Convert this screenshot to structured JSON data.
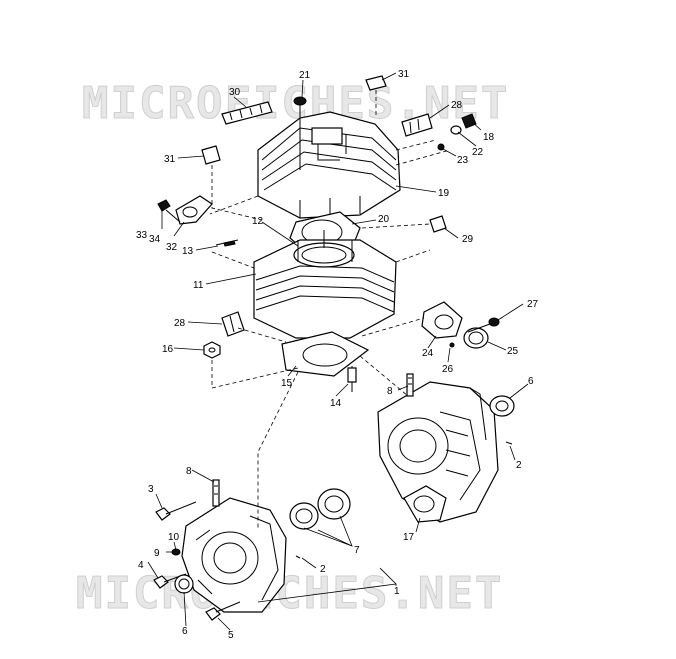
{
  "watermark": {
    "top_text": "MICROFICHES.NET",
    "bottom_text": "MICROFICHES.NET"
  },
  "callouts": [
    {
      "id": "c30",
      "text": "30"
    },
    {
      "id": "c21",
      "text": "21"
    },
    {
      "id": "c31a",
      "text": "31"
    },
    {
      "id": "c28a",
      "text": "28"
    },
    {
      "id": "c18",
      "text": "18"
    },
    {
      "id": "c22",
      "text": "22"
    },
    {
      "id": "c23",
      "text": "23"
    },
    {
      "id": "c31b",
      "text": "31"
    },
    {
      "id": "c19",
      "text": "19"
    },
    {
      "id": "c33",
      "text": "33"
    },
    {
      "id": "c34",
      "text": "34"
    },
    {
      "id": "c32",
      "text": "32"
    },
    {
      "id": "c12",
      "text": "12"
    },
    {
      "id": "c20",
      "text": "20"
    },
    {
      "id": "c13",
      "text": "13"
    },
    {
      "id": "c29",
      "text": "29"
    },
    {
      "id": "c11",
      "text": "11"
    },
    {
      "id": "c27",
      "text": "27"
    },
    {
      "id": "c28b",
      "text": "28"
    },
    {
      "id": "c24",
      "text": "24"
    },
    {
      "id": "c26",
      "text": "26"
    },
    {
      "id": "c25",
      "text": "25"
    },
    {
      "id": "c16",
      "text": "16"
    },
    {
      "id": "c15",
      "text": "15"
    },
    {
      "id": "c14",
      "text": "14"
    },
    {
      "id": "c8a",
      "text": "8"
    },
    {
      "id": "c6a",
      "text": "6"
    },
    {
      "id": "c2a",
      "text": "2"
    },
    {
      "id": "c8b",
      "text": "8"
    },
    {
      "id": "c3",
      "text": "3"
    },
    {
      "id": "c10",
      "text": "10"
    },
    {
      "id": "c9",
      "text": "9"
    },
    {
      "id": "c7",
      "text": "7"
    },
    {
      "id": "c17",
      "text": "17"
    },
    {
      "id": "c4",
      "text": "4"
    },
    {
      "id": "c2b",
      "text": "2"
    },
    {
      "id": "c1",
      "text": "1"
    },
    {
      "id": "c6b",
      "text": "6"
    },
    {
      "id": "c5",
      "text": "5"
    }
  ]
}
